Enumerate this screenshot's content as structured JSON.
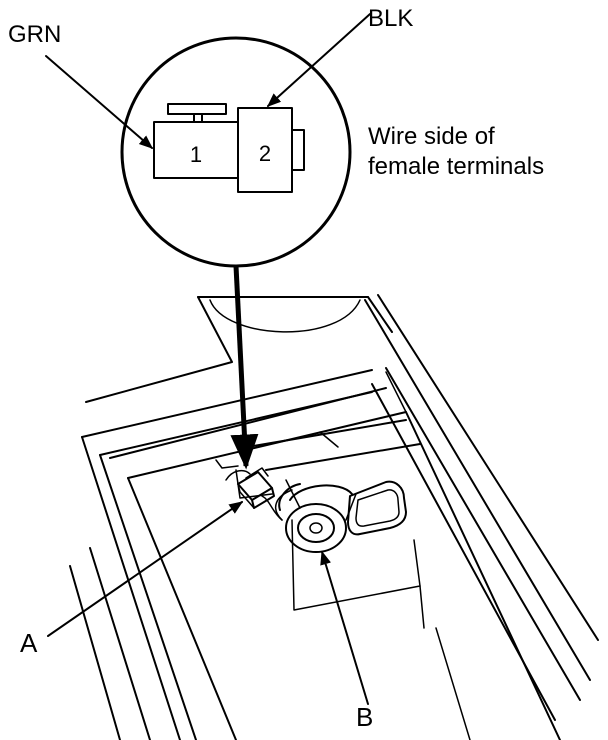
{
  "labels": {
    "grn": "GRN",
    "blk": "BLK",
    "terminal_1": "1",
    "terminal_2": "2",
    "wire_side_line1": "Wire side of",
    "wire_side_line2": "female terminals",
    "part_a": "A",
    "part_b": "B"
  },
  "colors": {
    "ink": "#000000",
    "paper": "#ffffff"
  }
}
